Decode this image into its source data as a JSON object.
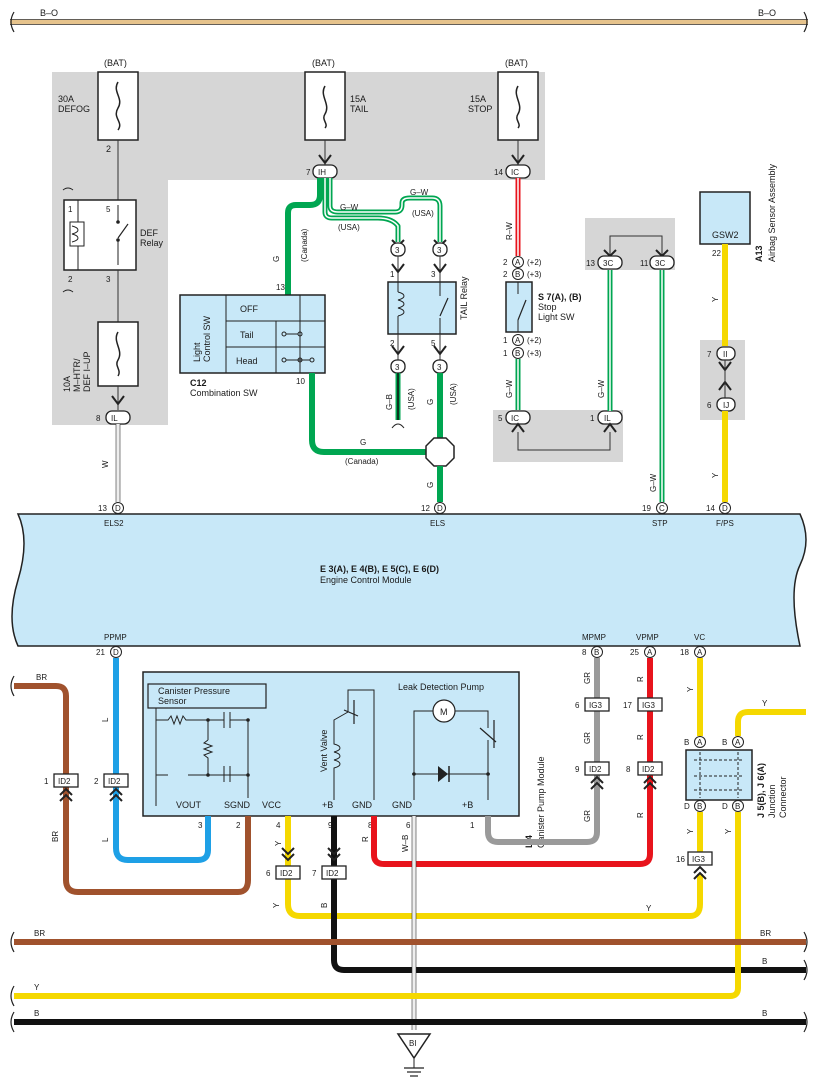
{
  "colors": {
    "BR": "#a0522d",
    "Y": "#f5d800",
    "B": "#111111",
    "G": "#00a651",
    "GW": "#00a651",
    "L": "#1ea0e6",
    "GR": "#9a9a9a",
    "R": "#e8141c",
    "RW": "#e8141c",
    "BO": "#e6c38c",
    "panel": "#c8e8f8",
    "shade": "#d6d6d6"
  },
  "buses": {
    "bo_left": "B–O",
    "bo_right": "B–O",
    "br_left": "BR",
    "br_right": "BR",
    "b_right_1": "B",
    "y_left": "Y",
    "b_left_2": "B",
    "b_right_2": "B"
  },
  "fuses": {
    "defog": {
      "source": "(BAT)",
      "rating": "30A",
      "name": "DEFOG",
      "pin": "2"
    },
    "tail": {
      "source": "(BAT)",
      "rating": "15A",
      "name": "TAIL",
      "pin": "7",
      "conn": "IH"
    },
    "stop": {
      "source": "(BAT)",
      "rating": "15A",
      "name": "STOP",
      "pin": "14",
      "conn": "IC"
    },
    "mhtr": {
      "rating": "10A",
      "name1": "M–HTR/",
      "name2": "DEF I–UP",
      "pin": "8",
      "conn": "IL"
    }
  },
  "def_relay": {
    "name1": "DEF",
    "name2": "Relay",
    "p1": "1",
    "p2": "2",
    "p3": "3",
    "p5": "5"
  },
  "tail_relay": {
    "name": "TAIL Relay",
    "p1": "1",
    "p2": "2",
    "p3": "3",
    "p5": "5",
    "c3a": "3",
    "c3b": "3",
    "c3c": "3",
    "c3d": "3"
  },
  "combination_sw": {
    "title1": "Light",
    "title2": "Control SW",
    "off": "OFF",
    "tail": "Tail",
    "head": "Head",
    "code": "C12",
    "name": "Combination SW",
    "p13": "13",
    "p10": "10"
  },
  "wire_labels": {
    "g_canada_v": "G",
    "canada_v": "(Canada)",
    "gw_usa_1": "G–W",
    "usa_1": "(USA)",
    "gw_usa_2": "G–W",
    "usa_2": "(USA)",
    "gb_usa": "G–B",
    "usa_3": "(USA)",
    "g_usa": "G",
    "usa_4": "(USA)",
    "g_canada_h": "G",
    "canada_h": "(Canada)",
    "g_els": "G",
    "w_els2": "W",
    "rw": "R–W",
    "gw_stop": "G–W",
    "gw_il": "G–W",
    "gw_3c": "G–W",
    "y_airbag_1": "Y",
    "y_airbag_2": "Y",
    "br_1": "BR",
    "br_2": "BR",
    "l_1": "L",
    "l_2": "L",
    "gr_1": "GR",
    "gr_2": "GR",
    "gr_3": "GR",
    "r_1": "R",
    "r_2": "R",
    "r_3": "R",
    "r_4": "R",
    "y_1": "Y",
    "y_2": "Y",
    "y_3": "Y",
    "y_4": "Y",
    "y_5": "Y",
    "y_6": "Y",
    "y_7": "Y",
    "b_1": "B",
    "wb": "W–B"
  },
  "stop_sw": {
    "code": "S 7(A), (B)",
    "name1": "Stop",
    "name2": "Light SW",
    "pa2": "2",
    "a2": "(+2)",
    "pb2": "2",
    "b3": "(+3)",
    "pa1": "1",
    "a1": "(+2)",
    "pb1": "1",
    "b1": "(+3)",
    "conn_a": "A",
    "conn_b": "B",
    "j5": "5",
    "j5c": "IC",
    "j1": "1",
    "j1c": "IL"
  },
  "junction_3c": {
    "p13": "13",
    "c13": "3C",
    "p11": "11",
    "c11": "3C"
  },
  "airbag": {
    "box": "GSW2",
    "pin": "22",
    "code": "A13",
    "name": "Airbag Sensor Assembly",
    "p7": "7",
    "c7": "II",
    "p6": "6",
    "c6": "IJ"
  },
  "ecm": {
    "title": "E 3(A), E 4(B), E 5(C), E 6(D)",
    "name": "Engine Control Module",
    "top": [
      {
        "pin": "13",
        "conn": "D",
        "name": "ELS2"
      },
      {
        "pin": "12",
        "conn": "D",
        "name": "ELS"
      },
      {
        "pin": "19",
        "conn": "C",
        "name": "STP"
      },
      {
        "pin": "14",
        "conn": "D",
        "name": "F/PS"
      }
    ],
    "bottom": [
      {
        "pin": "21",
        "conn": "D",
        "name": "PPMP"
      },
      {
        "pin": "8",
        "conn": "B",
        "name": "MPMP"
      },
      {
        "pin": "25",
        "conn": "A",
        "name": "VPMP"
      },
      {
        "pin": "18",
        "conn": "A",
        "name": "VC"
      }
    ]
  },
  "canister": {
    "sensor1": "Canister Pressure",
    "sensor2": "Sensor",
    "vent": "Vent Valve",
    "pump": "Leak Detection Pump",
    "motor": "M",
    "code": "L 4",
    "name": "Canister Pump Module",
    "vout": "VOUT",
    "sgnd": "SGND",
    "vcc": "VCC",
    "pb1": "+B",
    "gnd1": "GND",
    "gnd2": "GND",
    "pb2": "+B",
    "p3": "3",
    "p2": "2",
    "p4": "4",
    "p9": "9",
    "p8": "8",
    "p6": "6",
    "p1": "1"
  },
  "connectors": {
    "id2_1": {
      "pin": "1",
      "name": "ID2"
    },
    "id2_2": {
      "pin": "2",
      "name": "ID2"
    },
    "ig3_gr": {
      "pin": "6",
      "name": "IG3"
    },
    "id2_gr": {
      "pin": "9",
      "name": "ID2"
    },
    "ig3_r": {
      "pin": "17",
      "name": "IG3"
    },
    "id2_r": {
      "pin": "8",
      "name": "ID2"
    },
    "id2_y": {
      "pin": "6",
      "name": "ID2"
    },
    "id2_b": {
      "pin": "7",
      "name": "ID2"
    },
    "ig3_y": {
      "pin": "16",
      "name": "IG3"
    }
  },
  "junction": {
    "code": "J 5(B), J 6(A)",
    "name1": "Junction",
    "name2": "Connector",
    "a": "A",
    "b": "B",
    "d": "D"
  },
  "ground": {
    "name": "BI"
  }
}
